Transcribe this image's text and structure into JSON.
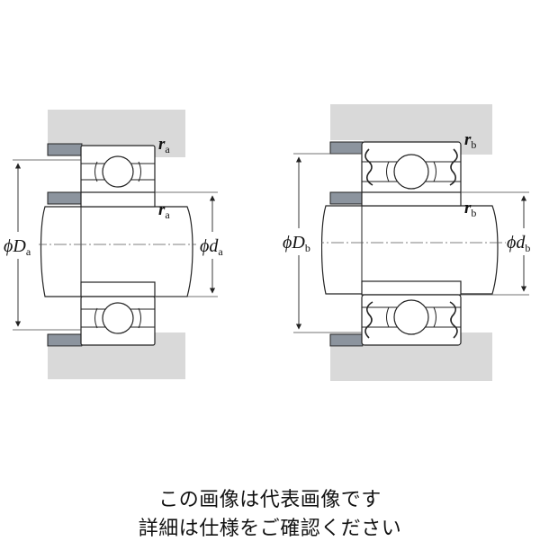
{
  "left_bearing": {
    "label_r": "r",
    "label_r_sub": "a",
    "label_r2": "r",
    "label_r2_sub": "a",
    "label_D_prefix": "ϕ",
    "label_D": "D",
    "label_D_sub": "a",
    "label_d_prefix": "ϕ",
    "label_d": "d",
    "label_d_sub": "a"
  },
  "right_bearing": {
    "label_r": "r",
    "label_r_sub": "b",
    "label_r2": "r",
    "label_r2_sub": "b",
    "label_D_prefix": "ϕ",
    "label_D": "D",
    "label_D_sub": "b",
    "label_d_prefix": "ϕ",
    "label_d": "d",
    "label_d_sub": "b"
  },
  "caption": {
    "line1": "この画像は代表画像です",
    "line2": "詳細は仕様をご確認ください"
  },
  "colors": {
    "housing": "#d9d9d9",
    "spacer": "#8c949e",
    "line": "#222222",
    "centerline": "#555555"
  }
}
